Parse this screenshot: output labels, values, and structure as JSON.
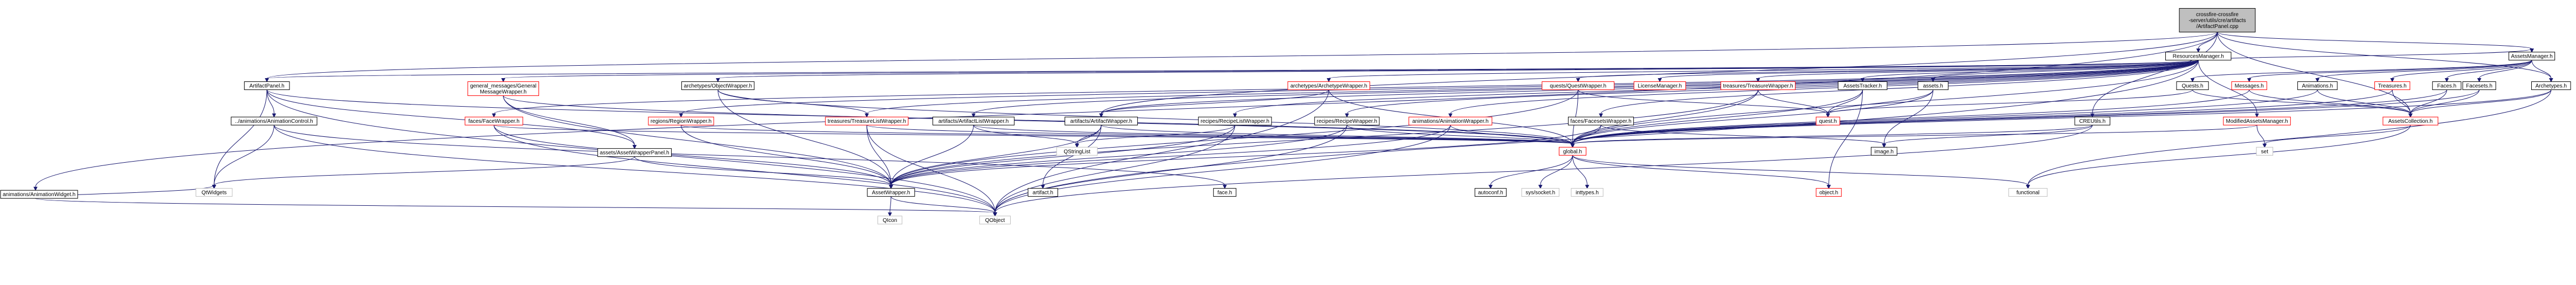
{
  "colors": {
    "edge": "#191970",
    "node_fill": "#ffffff",
    "node_border": "#000000",
    "node_border_missing": "#bfbfbf",
    "node_border_red": "#ff0000",
    "node_fill_root": "#bfbfbf",
    "text": "#000000"
  },
  "nodes": [
    {
      "id": "root",
      "lines": [
        "crossfire-crossfire",
        "-server/utils/cre/artifacts",
        "/ArtifactPanel.cpp"
      ],
      "style": "root"
    },
    {
      "id": "resourcesmanager",
      "lines": [
        "ResourcesManager.h"
      ],
      "style": "normal"
    },
    {
      "id": "assetsmanager",
      "lines": [
        "AssetsManager.h"
      ],
      "style": "normal"
    },
    {
      "id": "animationwidget",
      "lines": [
        "animations/AnimationWidget.h"
      ],
      "style": "normal"
    },
    {
      "id": "artifactpanel",
      "lines": [
        "ArtifactPanel.h"
      ],
      "style": "normal"
    },
    {
      "id": "generalmessagewrapper",
      "lines": [
        "general_messages/General",
        "MessageWrapper.h"
      ],
      "style": "red"
    },
    {
      "id": "objectwrapper",
      "lines": [
        "archetypes/ObjectWrapper.h"
      ],
      "style": "normal"
    },
    {
      "id": "archetypewrapper",
      "lines": [
        "archetypes/ArchetypeWrapper.h"
      ],
      "style": "red"
    },
    {
      "id": "questwrapper",
      "lines": [
        "quests/QuestWrapper.h"
      ],
      "style": "red"
    },
    {
      "id": "licensemanager",
      "lines": [
        "LicenseManager.h"
      ],
      "style": "red"
    },
    {
      "id": "treasurewrapper",
      "lines": [
        "treasures/TreasureWrapper.h"
      ],
      "style": "red"
    },
    {
      "id": "assetstracker",
      "lines": [
        "AssetsTracker.h"
      ],
      "style": "normal"
    },
    {
      "id": "assets",
      "lines": [
        "assets.h"
      ],
      "style": "normal"
    },
    {
      "id": "quests",
      "lines": [
        "Quests.h"
      ],
      "style": "normal"
    },
    {
      "id": "messages",
      "lines": [
        "Messages.h"
      ],
      "style": "red"
    },
    {
      "id": "animations",
      "lines": [
        "Animations.h"
      ],
      "style": "normal"
    },
    {
      "id": "treasures",
      "lines": [
        "Treasures.h"
      ],
      "style": "red"
    },
    {
      "id": "faces",
      "lines": [
        "Faces.h"
      ],
      "style": "normal"
    },
    {
      "id": "facesets",
      "lines": [
        "Facesets.h"
      ],
      "style": "normal"
    },
    {
      "id": "archetypes",
      "lines": [
        "Archetypes.h"
      ],
      "style": "normal"
    },
    {
      "id": "animationcontrol",
      "lines": [
        "../animations/AnimationControl.h"
      ],
      "style": "normal"
    },
    {
      "id": "facewrapper",
      "lines": [
        "faces/FaceWrapper.h"
      ],
      "style": "red"
    },
    {
      "id": "regionwrapper",
      "lines": [
        "regions/RegionWrapper.h"
      ],
      "style": "red"
    },
    {
      "id": "treasurelistwrapper",
      "lines": [
        "treasures/TreasureListWrapper.h"
      ],
      "style": "red"
    },
    {
      "id": "artifactlistwrapper",
      "lines": [
        "artifacts/ArtifactListWrapper.h"
      ],
      "style": "normal"
    },
    {
      "id": "artifactwrapper",
      "lines": [
        "artifacts/ArtifactWrapper.h"
      ],
      "style": "normal"
    },
    {
      "id": "recipelistwrapper",
      "lines": [
        "recipes/RecipeListWrapper.h"
      ],
      "style": "normal"
    },
    {
      "id": "recipewrapper",
      "lines": [
        "recipes/RecipeWrapper.h"
      ],
      "style": "normal"
    },
    {
      "id": "animationwrapper",
      "lines": [
        "animations/AnimationWrapper.h"
      ],
      "style": "red"
    },
    {
      "id": "facesetswrapper",
      "lines": [
        "faces/FacesetsWrapper.h"
      ],
      "style": "normal"
    },
    {
      "id": "quest",
      "lines": [
        "quest.h"
      ],
      "style": "red"
    },
    {
      "id": "creutils",
      "lines": [
        "CREUtils.h"
      ],
      "style": "normal"
    },
    {
      "id": "modifiedassetsmanager",
      "lines": [
        "ModifiedAssetsManager.h"
      ],
      "style": "red"
    },
    {
      "id": "assetscollection",
      "lines": [
        "AssetsCollection.h"
      ],
      "style": "red"
    },
    {
      "id": "assetwrapperpanel",
      "lines": [
        "assets/AssetWrapperPanel.h"
      ],
      "style": "normal"
    },
    {
      "id": "qstringlist",
      "lines": [
        "QStringList"
      ],
      "style": "missing"
    },
    {
      "id": "global",
      "lines": [
        "global.h"
      ],
      "style": "red"
    },
    {
      "id": "image",
      "lines": [
        "image.h"
      ],
      "style": "normal"
    },
    {
      "id": "set",
      "lines": [
        "set"
      ],
      "style": "missing"
    },
    {
      "id": "qtwidgets",
      "lines": [
        "QtWidgets"
      ],
      "style": "missing"
    },
    {
      "id": "assetwrapper",
      "lines": [
        "AssetWrapper.h"
      ],
      "style": "normal"
    },
    {
      "id": "artifact",
      "lines": [
        "artifact.h"
      ],
      "style": "normal"
    },
    {
      "id": "face",
      "lines": [
        "face.h"
      ],
      "style": "normal"
    },
    {
      "id": "autoconf",
      "lines": [
        "autoconf.h"
      ],
      "style": "normal"
    },
    {
      "id": "syssocket",
      "lines": [
        "sys/socket.h"
      ],
      "style": "missing"
    },
    {
      "id": "inttypes",
      "lines": [
        "inttypes.h"
      ],
      "style": "missing"
    },
    {
      "id": "object",
      "lines": [
        "object.h"
      ],
      "style": "red"
    },
    {
      "id": "functional",
      "lines": [
        "functional"
      ],
      "style": "missing"
    },
    {
      "id": "qicon",
      "lines": [
        "QIcon"
      ],
      "style": "missing"
    },
    {
      "id": "qobject",
      "lines": [
        "QObject"
      ],
      "style": "missing"
    }
  ],
  "edges": [
    [
      "root",
      "resourcesmanager"
    ],
    [
      "root",
      "assetsmanager"
    ],
    [
      "root",
      "animationwidget"
    ],
    [
      "root",
      "artifactpanel"
    ],
    [
      "root",
      "archetypes"
    ],
    [
      "root",
      "artifactwrapper"
    ],
    [
      "root",
      "creutils"
    ],
    [
      "root",
      "assetscollection"
    ],
    [
      "resourcesmanager",
      "artifactpanel"
    ],
    [
      "resourcesmanager",
      "generalmessagewrapper"
    ],
    [
      "resourcesmanager",
      "objectwrapper"
    ],
    [
      "resourcesmanager",
      "archetypewrapper"
    ],
    [
      "resourcesmanager",
      "questwrapper"
    ],
    [
      "resourcesmanager",
      "licensemanager"
    ],
    [
      "resourcesmanager",
      "treasurewrapper"
    ],
    [
      "resourcesmanager",
      "assetstracker"
    ],
    [
      "resourcesmanager",
      "assets"
    ],
    [
      "resourcesmanager",
      "facewrapper"
    ],
    [
      "resourcesmanager",
      "regionwrapper"
    ],
    [
      "resourcesmanager",
      "treasurelistwrapper"
    ],
    [
      "resourcesmanager",
      "artifactlistwrapper"
    ],
    [
      "resourcesmanager",
      "artifactwrapper"
    ],
    [
      "resourcesmanager",
      "recipelistwrapper"
    ],
    [
      "resourcesmanager",
      "recipewrapper"
    ],
    [
      "resourcesmanager",
      "animationwrapper"
    ],
    [
      "resourcesmanager",
      "facesetswrapper"
    ],
    [
      "resourcesmanager",
      "modifiedassetsmanager"
    ],
    [
      "resourcesmanager",
      "assetsmanager"
    ],
    [
      "resourcesmanager",
      "global"
    ],
    [
      "resourcesmanager",
      "qobject"
    ],
    [
      "assetsmanager",
      "quests"
    ],
    [
      "assetsmanager",
      "messages"
    ],
    [
      "assetsmanager",
      "animations"
    ],
    [
      "assetsmanager",
      "treasures"
    ],
    [
      "assetsmanager",
      "faces"
    ],
    [
      "assetsmanager",
      "facesets"
    ],
    [
      "assetsmanager",
      "archetypes"
    ],
    [
      "animationwidget",
      "qtwidgets"
    ],
    [
      "animationwidget",
      "qobject"
    ],
    [
      "artifactpanel",
      "animationcontrol"
    ],
    [
      "artifactpanel",
      "assetwrapperpanel"
    ],
    [
      "artifactpanel",
      "qtwidgets"
    ],
    [
      "artifactpanel",
      "global"
    ],
    [
      "artifactpanel",
      "qobject"
    ],
    [
      "generalmessagewrapper",
      "assetwrapper"
    ],
    [
      "generalmessagewrapper",
      "assetwrapperpanel"
    ],
    [
      "generalmessagewrapper",
      "global"
    ],
    [
      "objectwrapper",
      "assetwrapper"
    ],
    [
      "objectwrapper",
      "treasurelistwrapper"
    ],
    [
      "objectwrapper",
      "global"
    ],
    [
      "archetypewrapper",
      "artifactwrapper"
    ],
    [
      "archetypewrapper",
      "global"
    ],
    [
      "archetypewrapper",
      "qobject"
    ],
    [
      "questwrapper",
      "quest"
    ],
    [
      "questwrapper",
      "assetwrapper"
    ],
    [
      "questwrapper",
      "global"
    ],
    [
      "treasurewrapper",
      "quest"
    ],
    [
      "treasurewrapper",
      "assetwrapper"
    ],
    [
      "treasurewrapper",
      "global"
    ],
    [
      "assetstracker",
      "quest"
    ],
    [
      "assetstracker",
      "global"
    ],
    [
      "assetstracker",
      "object"
    ],
    [
      "assets",
      "quest"
    ],
    [
      "assets",
      "global"
    ],
    [
      "assets",
      "image"
    ],
    [
      "quests",
      "quest"
    ],
    [
      "quests",
      "assetscollection"
    ],
    [
      "messages",
      "assetscollection"
    ],
    [
      "messages",
      "global"
    ],
    [
      "animations",
      "assetscollection"
    ],
    [
      "animations",
      "global"
    ],
    [
      "treasures",
      "assetscollection"
    ],
    [
      "treasures",
      "global"
    ],
    [
      "faces",
      "assetscollection"
    ],
    [
      "faces",
      "global"
    ],
    [
      "facesets",
      "assetscollection"
    ],
    [
      "facesets",
      "global"
    ],
    [
      "archetypes",
      "assetscollection"
    ],
    [
      "archetypes",
      "global"
    ],
    [
      "archetypes",
      "functional"
    ],
    [
      "animationcontrol",
      "qtwidgets"
    ],
    [
      "animationcontrol",
      "face"
    ],
    [
      "animationcontrol",
      "qobject"
    ],
    [
      "facewrapper",
      "assetwrapper"
    ],
    [
      "facewrapper",
      "global"
    ],
    [
      "facewrapper",
      "qobject"
    ],
    [
      "regionwrapper",
      "assetwrapper"
    ],
    [
      "regionwrapper",
      "global"
    ],
    [
      "treasurelistwrapper",
      "assetwrapper"
    ],
    [
      "treasurelistwrapper",
      "global"
    ],
    [
      "treasurelistwrapper",
      "qobject"
    ],
    [
      "artifactlistwrapper",
      "assetwrapper"
    ],
    [
      "artifactlistwrapper",
      "qstringlist"
    ],
    [
      "artifactlistwrapper",
      "global"
    ],
    [
      "artifactwrapper",
      "assetwrapper"
    ],
    [
      "artifactwrapper",
      "artifact"
    ],
    [
      "artifactwrapper",
      "qstringlist"
    ],
    [
      "artifactwrapper",
      "global"
    ],
    [
      "recipelistwrapper",
      "assetwrapper"
    ],
    [
      "recipelistwrapper",
      "qstringlist"
    ],
    [
      "recipelistwrapper",
      "qobject"
    ],
    [
      "recipewrapper",
      "assetwrapper"
    ],
    [
      "recipewrapper",
      "global"
    ],
    [
      "recipewrapper",
      "qobject"
    ],
    [
      "animationwrapper",
      "assetwrapper"
    ],
    [
      "animationwrapper",
      "global"
    ],
    [
      "animationwrapper",
      "qobject"
    ],
    [
      "facesetswrapper",
      "assetwrapper"
    ],
    [
      "facesetswrapper",
      "global"
    ],
    [
      "facesetswrapper",
      "image"
    ],
    [
      "creutils",
      "global"
    ],
    [
      "creutils",
      "image"
    ],
    [
      "creutils",
      "qobject"
    ],
    [
      "modifiedassetsmanager",
      "global"
    ],
    [
      "modifiedassetsmanager",
      "set"
    ],
    [
      "assetscollection",
      "set"
    ],
    [
      "assetscollection",
      "functional"
    ],
    [
      "assetwrapperpanel",
      "assetwrapper"
    ],
    [
      "assetwrapperpanel",
      "qtwidgets"
    ],
    [
      "global",
      "autoconf"
    ],
    [
      "global",
      "syssocket"
    ],
    [
      "global",
      "inttypes"
    ],
    [
      "global",
      "object"
    ],
    [
      "global",
      "functional"
    ],
    [
      "assetwrapper",
      "qicon"
    ],
    [
      "assetwrapper",
      "qobject"
    ]
  ]
}
